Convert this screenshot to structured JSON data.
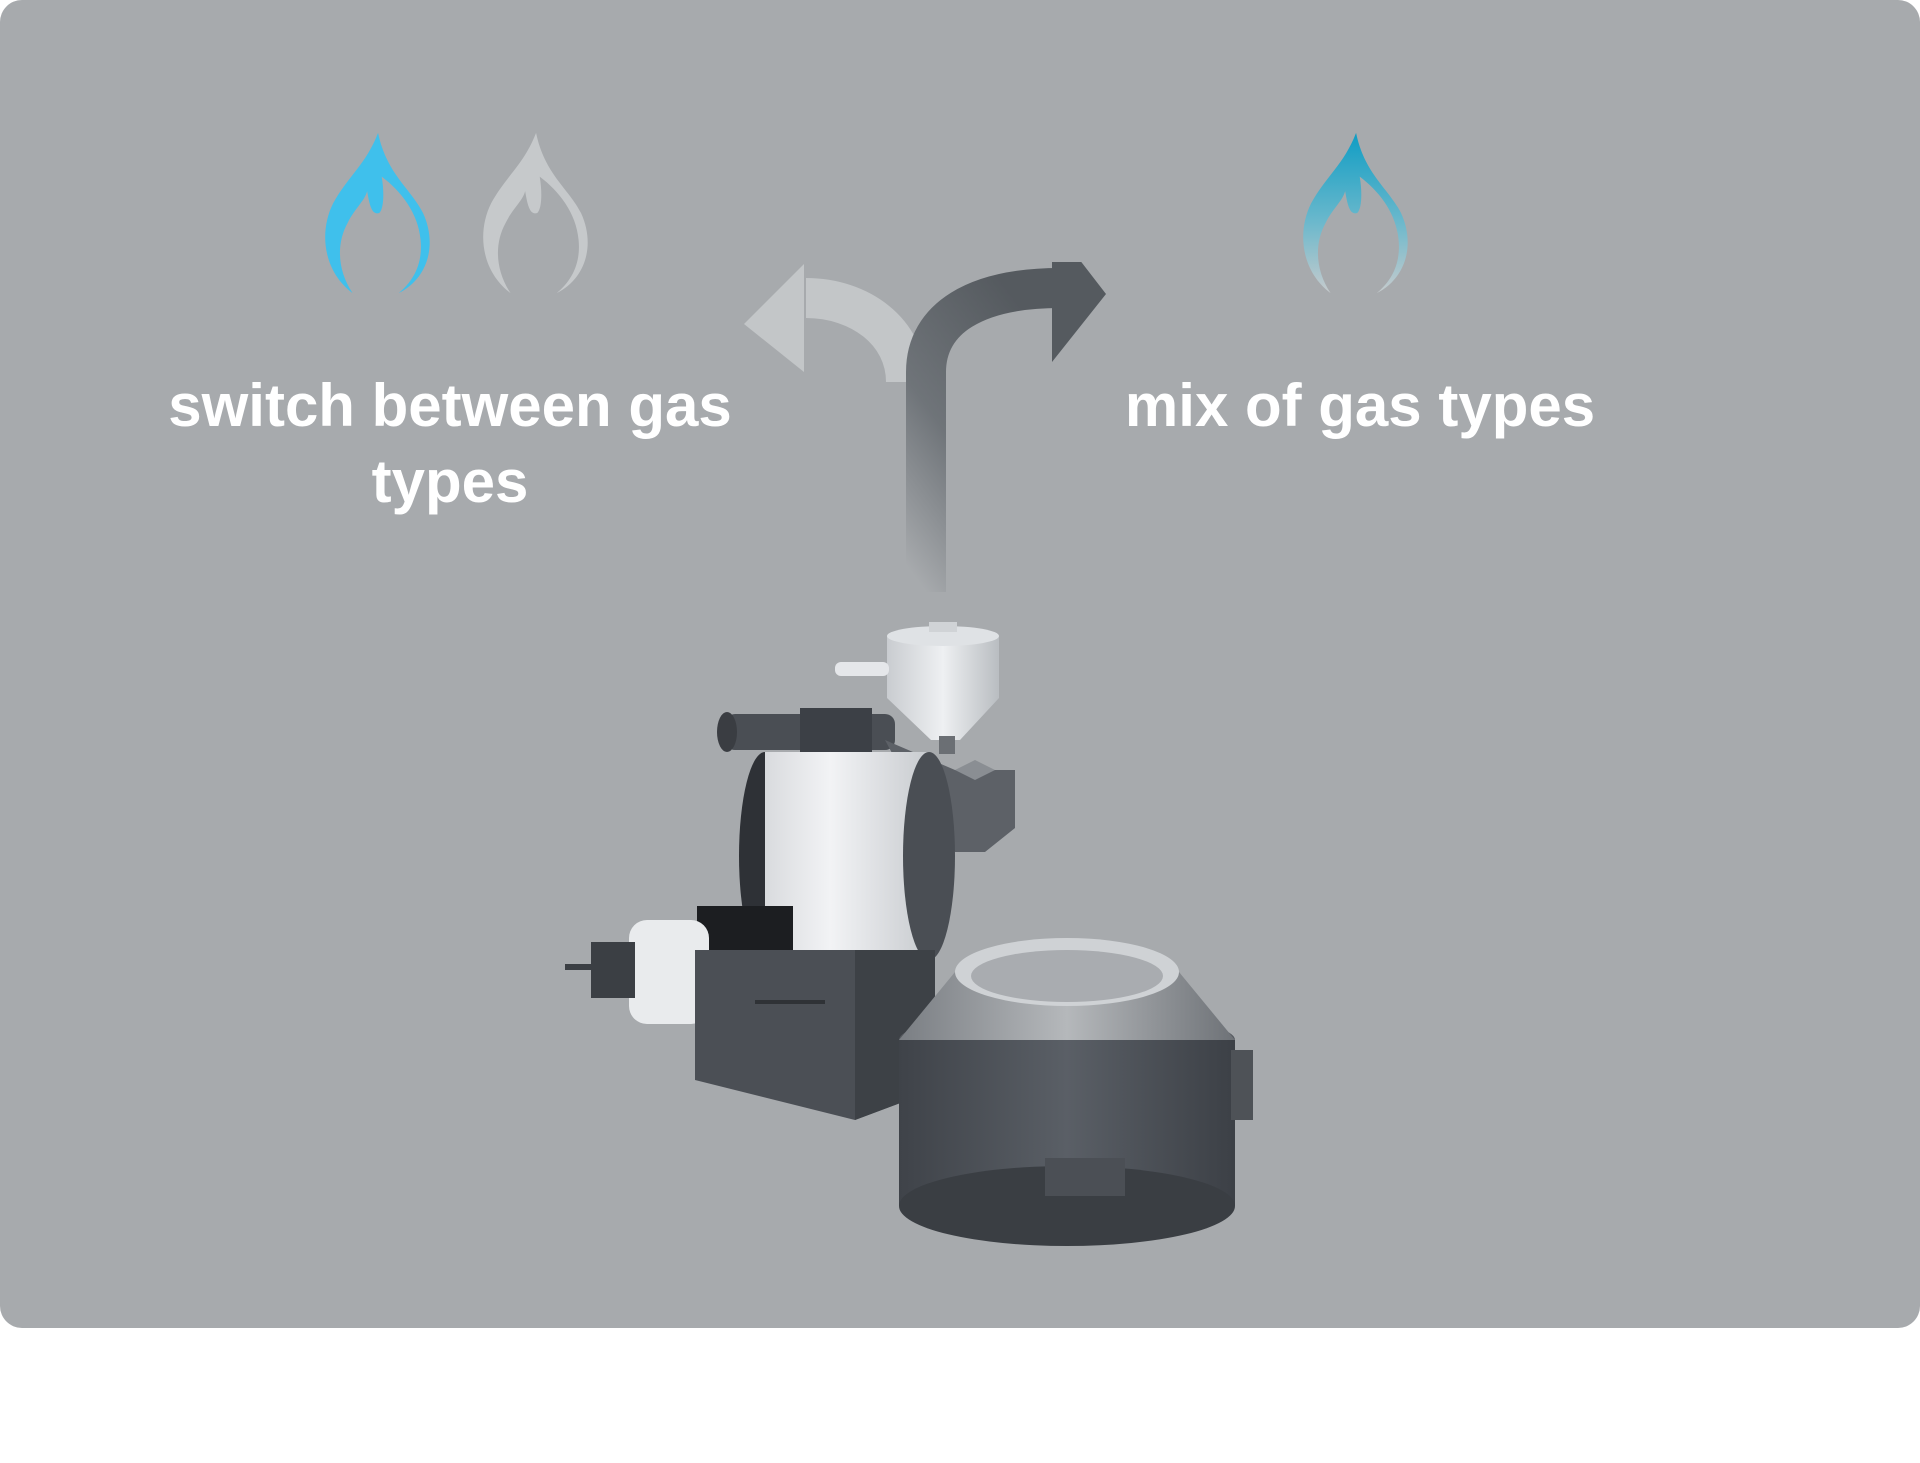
{
  "options": {
    "left": {
      "label": "switch between gas types",
      "icons": [
        "flame-icon-blue",
        "flame-icon-grey"
      ]
    },
    "right": {
      "label": "mix of gas types",
      "icons": [
        "flame-icon-gradient"
      ]
    }
  },
  "colors": {
    "panel_background": "#a7aaad",
    "flame_blue": "#3fc0ec",
    "flame_grey": "#c6c9cb",
    "flame_mix_top": "#0f9dc4",
    "arrow_left": "#c3c6c8",
    "arrow_right": "#5a5f64",
    "caption_text": "#ffffff"
  },
  "icons": {
    "branch_arrow": "fork-arrow-icon",
    "machine": "coffee-roaster-illustration"
  }
}
